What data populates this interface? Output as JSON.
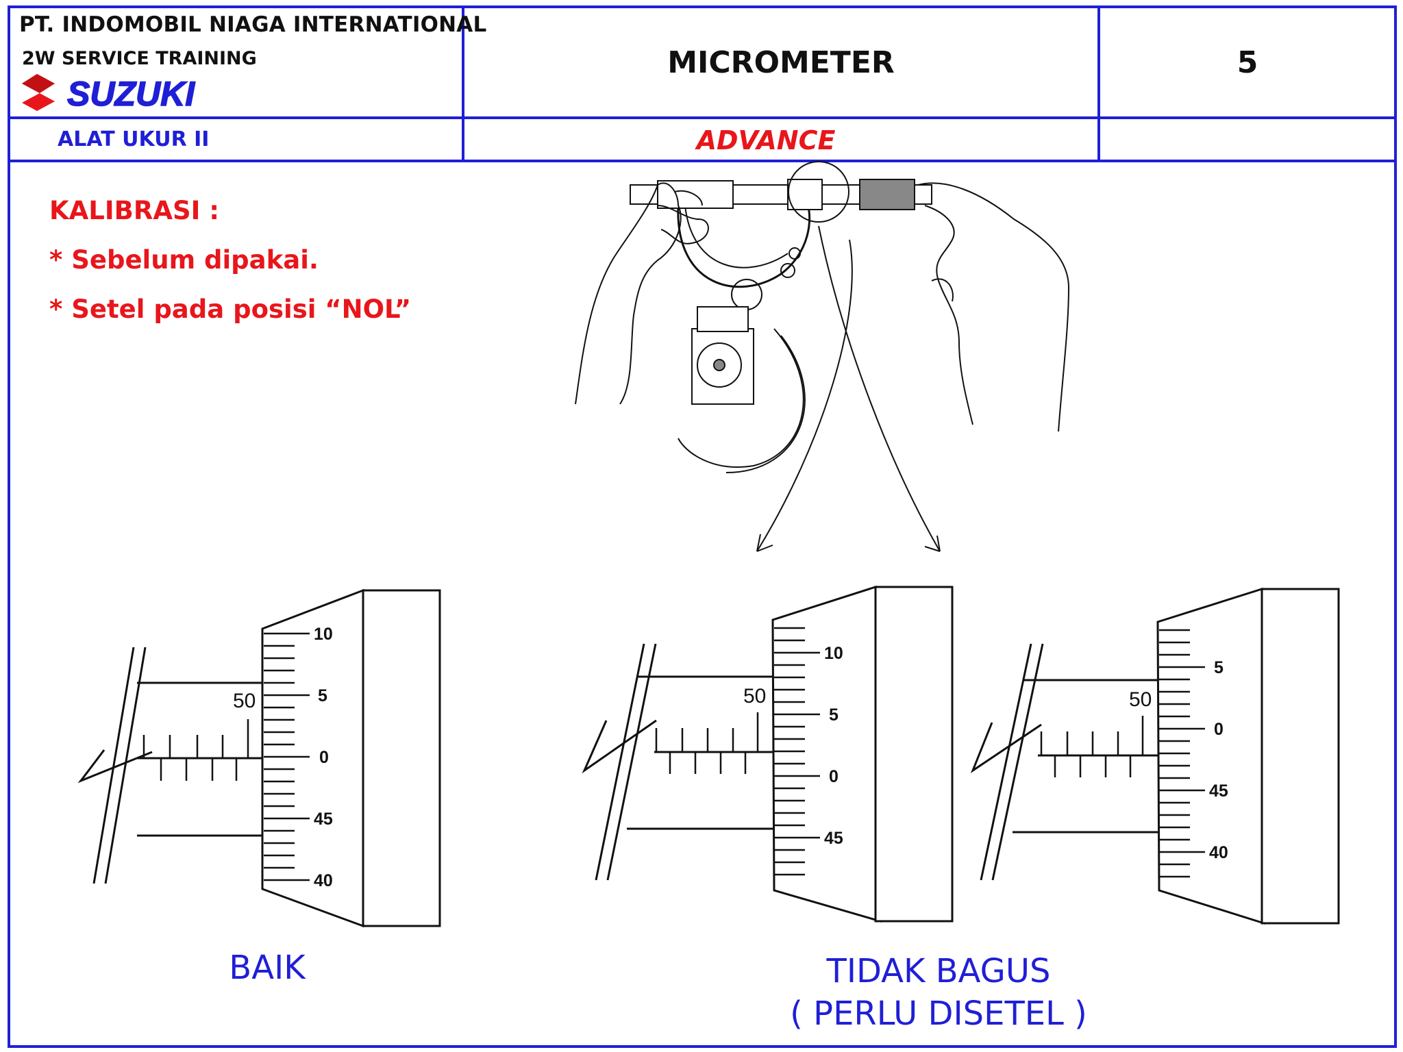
{
  "header": {
    "company": "PT. INDOMOBIL NIAGA INTERNATIONAL",
    "training": "2W SERVICE TRAINING",
    "brand": "SUZUKI",
    "title": "MICROMETER",
    "page_number": "5",
    "subtitle_left": "ALAT UKUR II",
    "subtitle_center": "ADVANCE"
  },
  "calibration": {
    "heading": "KALIBRASI :",
    "points": [
      "* Sebelum dipakai.",
      "* Setel pada posisi “NOL”"
    ]
  },
  "gauges": [
    {
      "sleeve_label": "50",
      "thimble_ticks": [
        "10",
        "5",
        "0",
        "45",
        "40"
      ]
    },
    {
      "sleeve_label": "50",
      "thimble_ticks": [
        "10",
        "5",
        "0",
        "45"
      ]
    },
    {
      "sleeve_label": "50",
      "thimble_ticks": [
        "5",
        "0",
        "45",
        "40"
      ]
    }
  ],
  "captions": {
    "good": "BAIK",
    "bad_line1": "TIDAK BAGUS",
    "bad_line2": "( PERLU DISETEL )"
  },
  "colors": {
    "border": "#1f1fd6",
    "accent_red": "#e8161b",
    "text": "#111111"
  },
  "icons": [
    "suzuki-logo-icon",
    "micrometer-illustration-icon"
  ]
}
